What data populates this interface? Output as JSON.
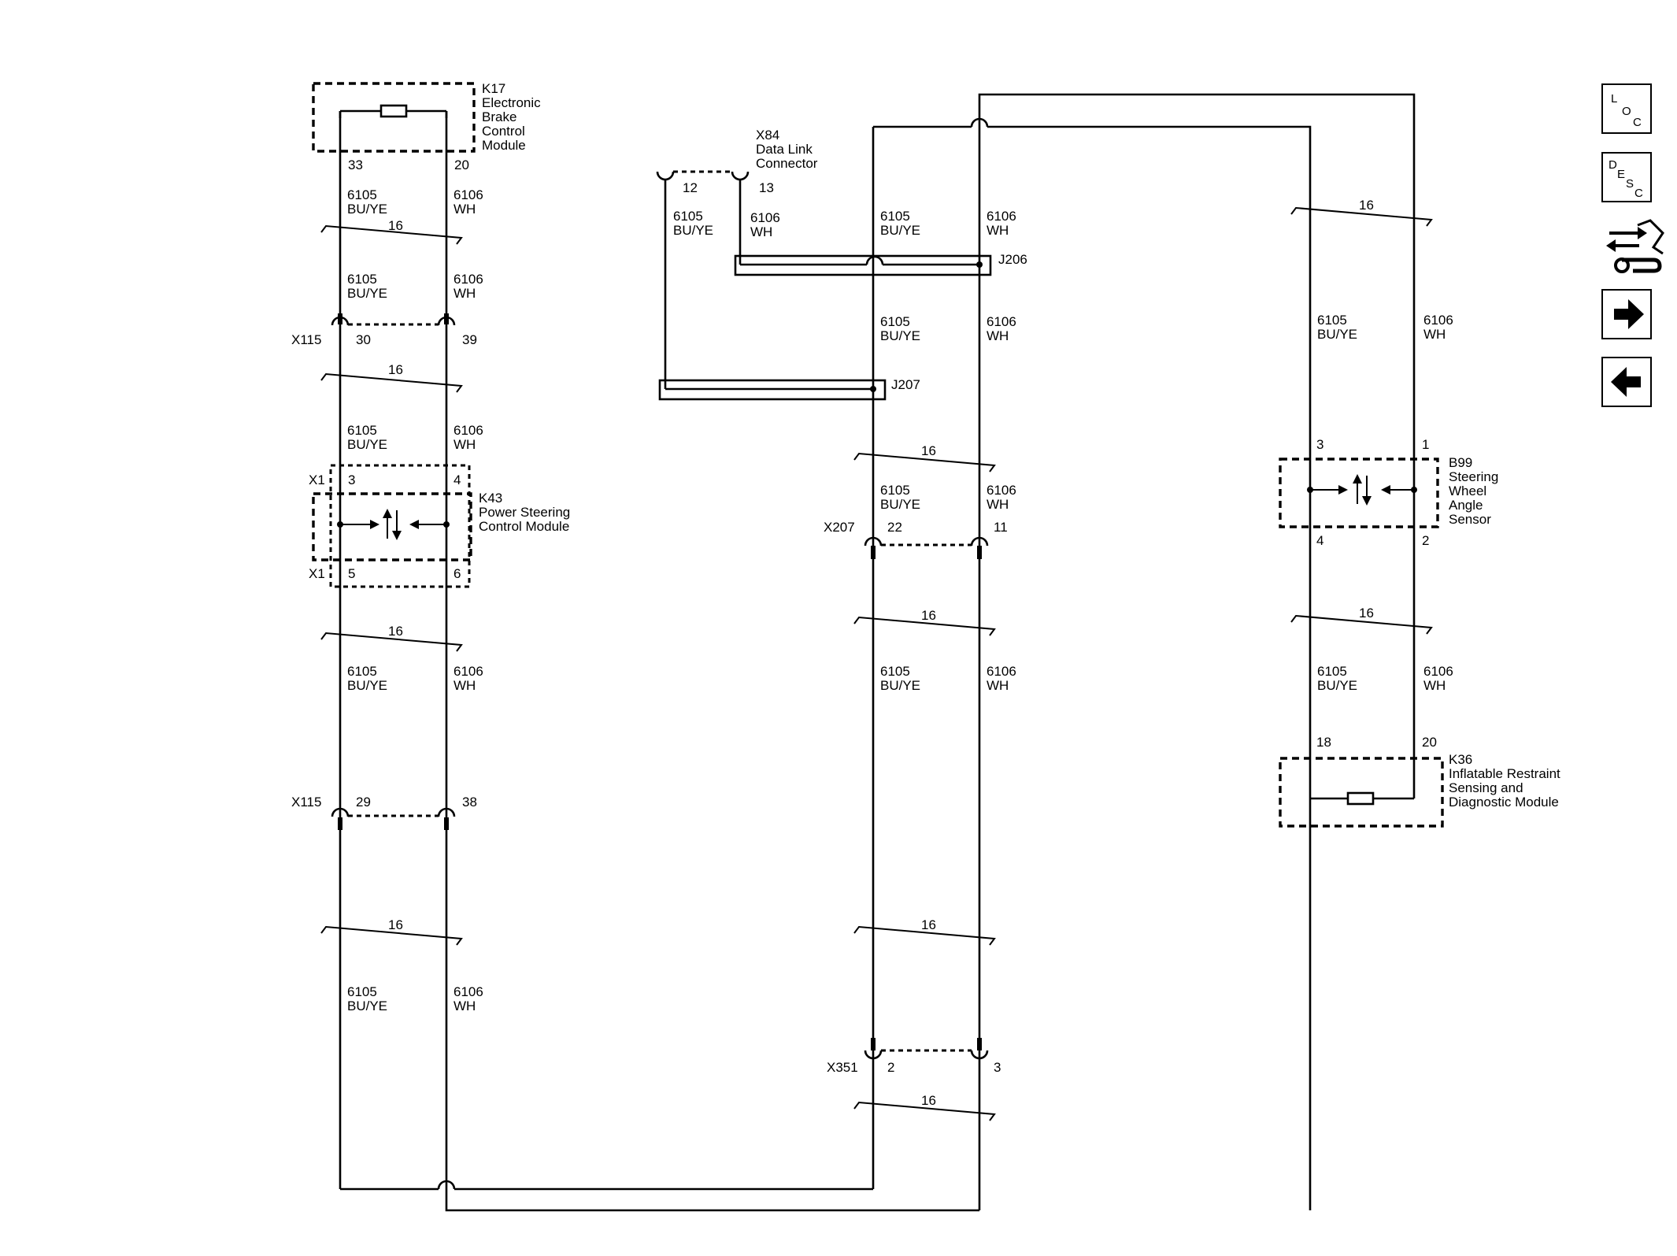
{
  "components": {
    "k17": {
      "ref": "K17",
      "l1": "Electronic",
      "l2": "Brake",
      "l3": "Control",
      "l4": "Module",
      "pin_a": "33",
      "pin_b": "20"
    },
    "x84": {
      "ref": "X84",
      "l1": "Data Link",
      "l2": "Connector",
      "pin_a": "12",
      "pin_b": "13"
    },
    "k43": {
      "ref": "K43",
      "l1": "Power Steering",
      "l2": "Control Module",
      "conn_top": "X1",
      "conn_bot": "X1",
      "pin_3": "3",
      "pin_4": "4",
      "pin_5": "5",
      "pin_6": "6"
    },
    "b99": {
      "ref": "B99",
      "l1": "Steering",
      "l2": "Wheel",
      "l3": "Angle",
      "l4": "Sensor",
      "pin_3": "3",
      "pin_1": "1",
      "pin_4": "4",
      "pin_2": "2"
    },
    "k36": {
      "ref": "K36",
      "l1": "Inflatable Restraint",
      "l2": "Sensing and",
      "l3": "Diagnostic Module",
      "pin_a": "18",
      "pin_b": "20"
    }
  },
  "connectors": {
    "x115_top": {
      "ref": "X115",
      "pin_a": "30",
      "pin_b": "39"
    },
    "x115_bot": {
      "ref": "X115",
      "pin_a": "29",
      "pin_b": "38"
    },
    "x207": {
      "ref": "X207",
      "pin_a": "22",
      "pin_b": "11"
    },
    "x351": {
      "ref": "X351",
      "pin_a": "2",
      "pin_b": "3"
    },
    "j206": {
      "ref": "J206"
    },
    "j207": {
      "ref": "J207"
    }
  },
  "wires": {
    "a_circuit": "6105",
    "a_color": "BU/YE",
    "b_circuit": "6106",
    "b_color": "WH",
    "twist": "16"
  },
  "nav": {
    "loc": {
      "l": "L",
      "o": "O",
      "c": "C"
    },
    "desc": {
      "d": "D",
      "e": "E",
      "s": "S",
      "c": "C"
    },
    "icons": [
      "connector-icon",
      "next-arrow-icon",
      "prev-arrow-icon"
    ]
  }
}
